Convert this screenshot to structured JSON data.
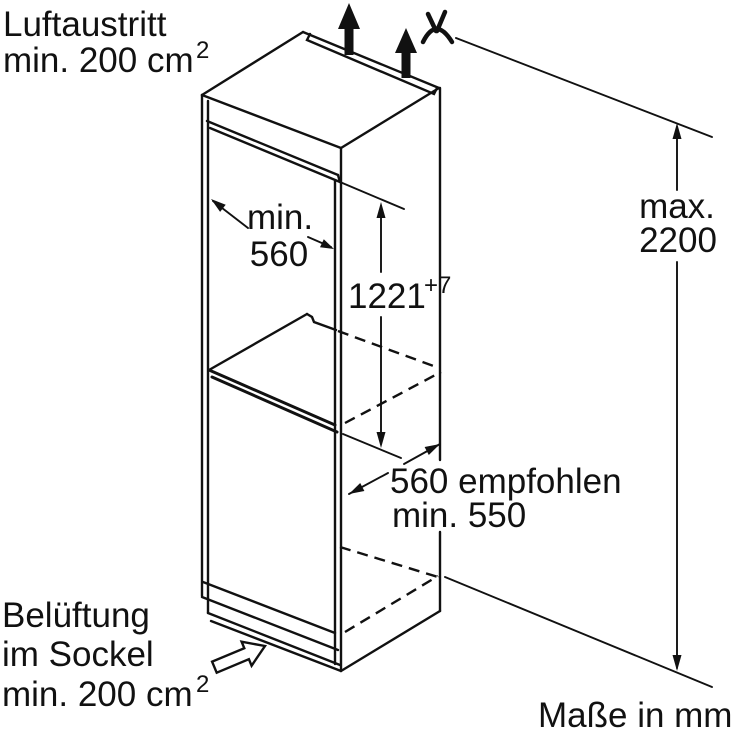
{
  "diagram_type": "appliance-installation-dimension-drawing",
  "labels": {
    "air_outlet": {
      "line1": "Luftaustritt",
      "line2": "min. 200 cm",
      "sup": "2"
    },
    "niche_width": {
      "line1": "min.",
      "line2": "560"
    },
    "niche_height": {
      "value": "1221",
      "tolerance": "+7"
    },
    "max_height": {
      "line1": "max.",
      "line2": "2200"
    },
    "depth": {
      "line1": "560 empfohlen",
      "line2": "min. 550"
    },
    "plinth_vent": {
      "line1": "Belüftung",
      "line2": "im Sockel",
      "line3": "min. 200 cm",
      "sup": "2"
    },
    "units": "Maße in mm"
  },
  "colors": {
    "line": "#111111",
    "background": "#ffffff"
  }
}
